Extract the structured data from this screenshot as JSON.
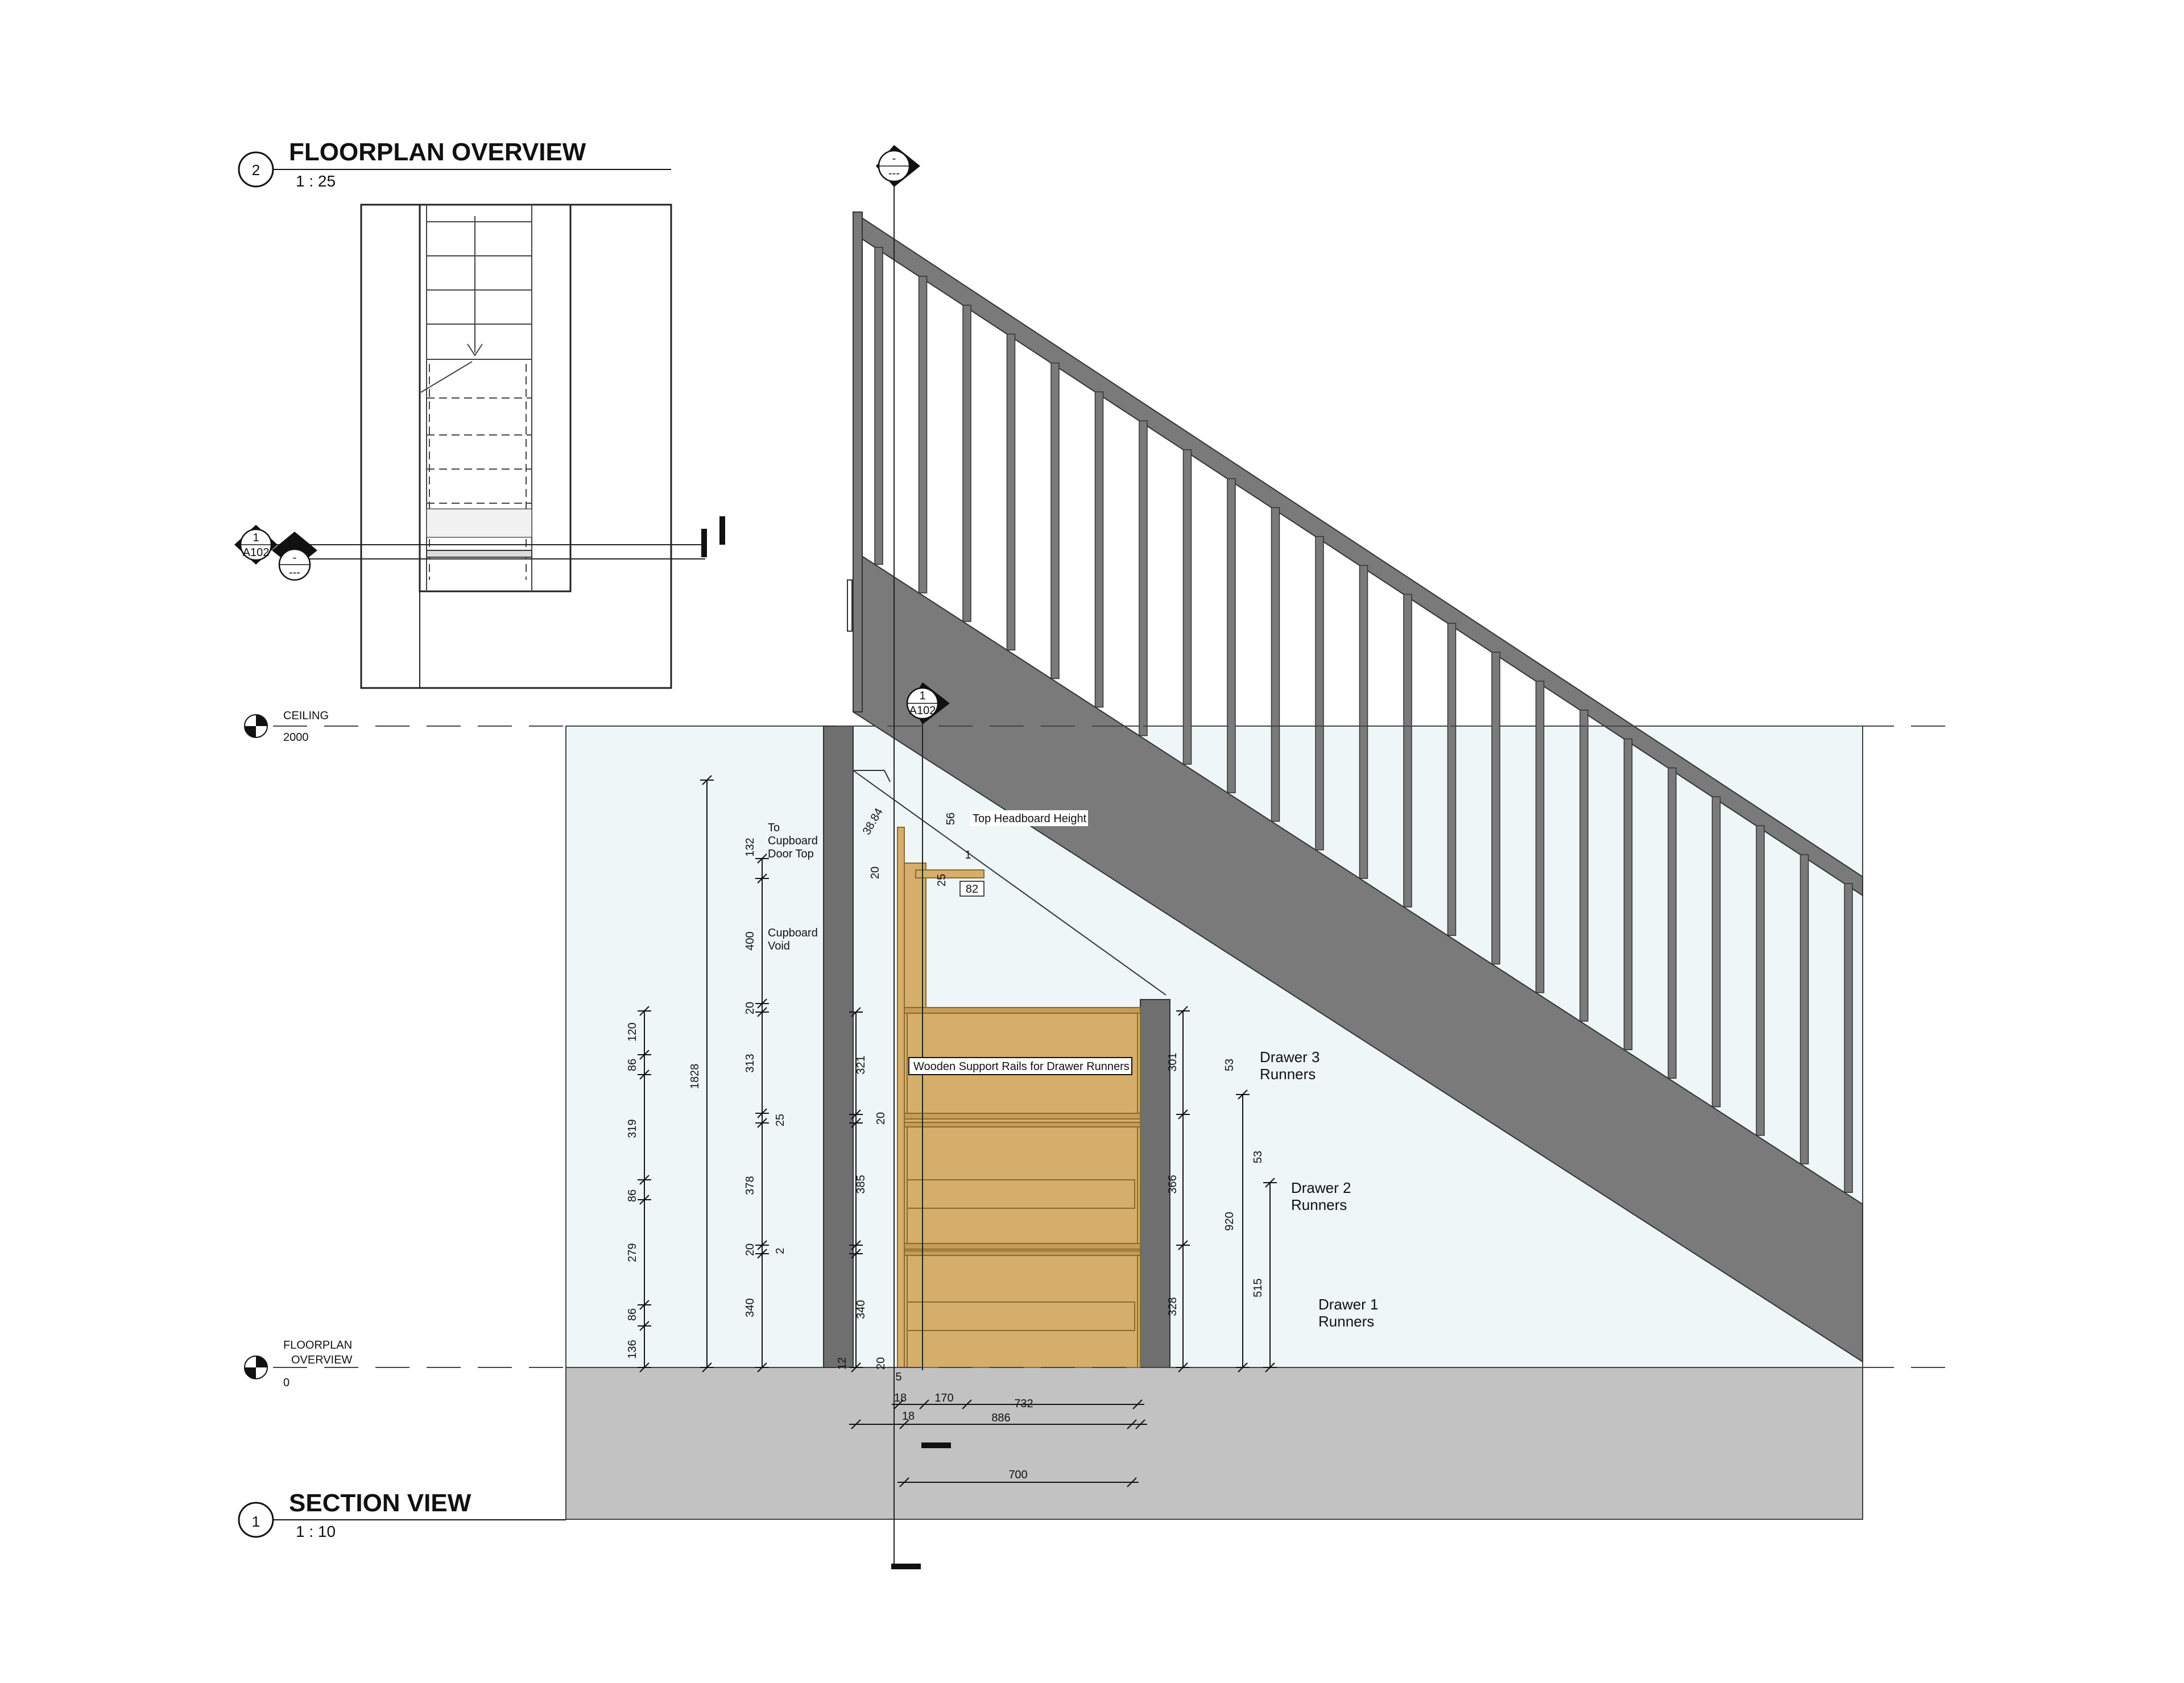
{
  "titles": {
    "floorplan": {
      "number": "2",
      "title": "FLOORPLAN OVERVIEW",
      "scale": "1 : 25"
    },
    "section": {
      "number": "1",
      "title": "SECTION VIEW",
      "scale": "1 : 10"
    }
  },
  "levels": {
    "ceiling": {
      "name": "CEILING",
      "value": "2000"
    },
    "floor": {
      "name_line1": "FLOORPLAN",
      "name_line2": "OVERVIEW",
      "value": "0"
    }
  },
  "section_markers": {
    "plan_marker": {
      "top": "1",
      "bottom": "A102",
      "top2": "-",
      "bottom2": "---"
    },
    "section_marker": {
      "top": "1",
      "bottom": "A102"
    },
    "elevation_marker": {
      "top": "-",
      "bottom": "---"
    }
  },
  "notes": {
    "to_cupboard_1": "To",
    "to_cupboard_2": "Cupboard",
    "to_cupboard_3": "Door Top",
    "cupboard_void_1": "Cupboard",
    "cupboard_void_2": "Void",
    "top_headboard": "Top Headboard Height",
    "support_rails": "Wooden Support Rails for Drawer Runners",
    "drawer3_1": "Drawer 3",
    "drawer3_2": "Runners",
    "drawer2_1": "Drawer 2",
    "drawer2_2": "Runners",
    "drawer1_1": "Drawer 1",
    "drawer1_2": "Runners"
  },
  "dims": {
    "left_col": [
      "120",
      "86",
      "319",
      "86",
      "279",
      "86",
      "136"
    ],
    "total": "1828",
    "mid_col": [
      "132",
      "400",
      "20",
      "313",
      "25",
      "378",
      "20",
      "340"
    ],
    "mid_small": [
      "25",
      "2"
    ],
    "inner_col": [
      "321",
      "20",
      "385",
      "340",
      "20",
      "12"
    ],
    "right_col": [
      "301",
      "366",
      "328"
    ],
    "small_53a": "53",
    "small_53b": "53",
    "d920": "920",
    "d515": "515",
    "top_3884": "38.84",
    "top_56": "56",
    "top_20": "20",
    "top_25": "25",
    "top_1": "1",
    "top_82": "82",
    "bottom_5": "5",
    "bottom_18a": "18",
    "bottom_170": "170",
    "bottom_732": "732",
    "bottom_18b": "18",
    "bottom_886": "886",
    "bottom_700": "700"
  },
  "colors": {
    "stair": "#7a7a7a",
    "room": "#eef6f8",
    "floor": "#c2c2c2",
    "timber": "#d4ae6a",
    "timber_line": "#8a6a30",
    "wall": "#6f6f6f"
  }
}
